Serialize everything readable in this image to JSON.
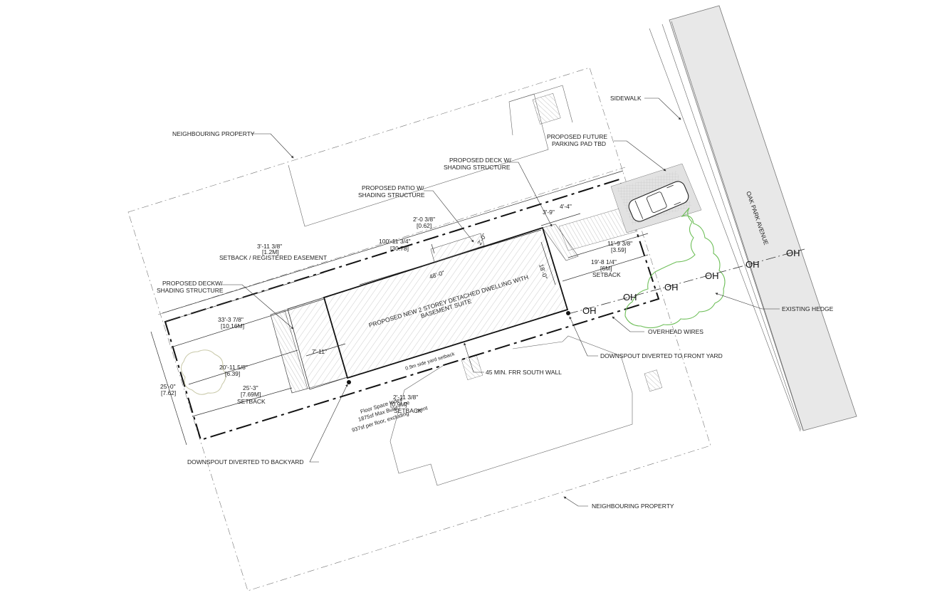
{
  "street": {
    "name": "OAK PARK AVENUE",
    "sidewalk": "SIDEWALK"
  },
  "labels": {
    "neighbouring_north": "NEIGHBOURING PROPERTY",
    "neighbouring_south": "NEIGHBOURING PROPERTY",
    "parking_line1": "PROPOSED FUTURE",
    "parking_line2": "PARKING PAD TBD",
    "deck_front_line1": "PROPOSED DECK W/",
    "deck_front_line2": "SHADING STRUCTURE",
    "patio_line1": "PROPOSED PATIO W/",
    "patio_line2": "SHADING STRUCTURE",
    "deck_rear_line1": "PROPOSED DECKW/",
    "deck_rear_line2": "SHADING STRUCTURE",
    "dwelling_line1": "PROPOSED NEW 2 STOREY DETACHED DWELLING WITH",
    "dwelling_line2": "BASEMENT SUITE",
    "existing_hedge": "EXISTING HEDGE",
    "overhead_wires": "OVERHEAD WIRES",
    "downspout_front": "DOWNSPOUT DIVERTED TO FRONT YARD",
    "downspout_back": "DOWNSPOUT DIVERTED TO BACKYARD",
    "frr_wall": "45 MIN. FRR SOUTH WALL",
    "side_yard": "0.9m side yard setback",
    "fsi_line1": "Floor Space Index",
    "fsi_line2": "1875sf Max Build",
    "fsi_line3": "937sf per floor, excluding",
    "fsi_tail_a": "ce",
    "fsi_tail_b": "ment",
    "overhead_mark": "OH"
  },
  "dimensions": {
    "lot_depth": "100'-11 3/4\"",
    "lot_depth_m": "[30.78]",
    "setback_north": "3'-11 3/8\"",
    "setback_north_m": "[1.2M]",
    "setback_north_label": "SETBACK / REGISTERED EASEMENT",
    "patio_offset": "2'-0 3/8\"",
    "patio_offset_m": "[0.62]",
    "patio_depth": "2'-0\"",
    "deck_a": "3'-9\"",
    "deck_b": "4'-4\"",
    "front_a": "11'-9 3/8\"",
    "front_a_m": "[3.59]",
    "front_b": "19'-8 1/4\"",
    "front_b_m": "[6M]",
    "front_b_label": "SETBACK",
    "house_length": "48'-0\"",
    "house_width": "18'-0\"",
    "rear_a": "33'-3 7/8\"",
    "rear_a_m": "[10.16M]",
    "rear_b": "20'-11 5/8\"",
    "rear_b_m": "[6.39]",
    "rear_c": "25'-3\"",
    "rear_c_m": "[7.69M]",
    "rear_c_label": "SETBACK",
    "lot_width": "25'-0\"",
    "lot_width_m": "[7.62]",
    "deck_rear_depth": "7'-11\"",
    "setback_south": "2'-11 3/8\"",
    "setback_south_m": "[0.9M]",
    "setback_south_label": "SETBACK"
  },
  "colors": {
    "hedge": "#6fbf5a",
    "street": "#e8e8e8",
    "parking": "#e2e2e2"
  }
}
